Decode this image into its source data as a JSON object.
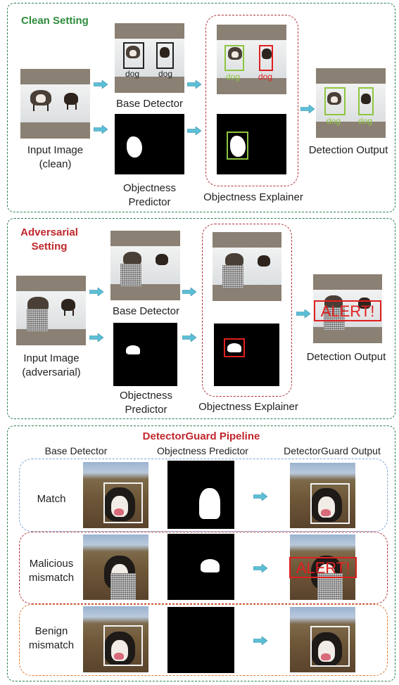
{
  "colors": {
    "panel_border": "#2e7d4f",
    "clean_title": "#2e8b3c",
    "adversarial_title": "#c0272d",
    "explainer_border": "#b0323a",
    "match_border": "#7ea6d8",
    "malicious_border": "#b0323a",
    "benign_border": "#e07a30",
    "arrow": "#5bbfd6",
    "box_plain": "#222222",
    "box_green": "#8dc63f",
    "box_red": "#e02020"
  },
  "clean": {
    "title": "Clean Setting",
    "input_label": "Input Image",
    "input_sub": "(clean)",
    "base_detector": "Base Detector",
    "objectness_line1": "Objectness",
    "objectness_line2": "Predictor",
    "explainer": "Objectness Explainer",
    "output": "Detection Output",
    "box_label": "dog"
  },
  "adversarial": {
    "title_line1": "Adversarial",
    "title_line2": "Setting",
    "input_label": "Input Image",
    "input_sub": "(adversarial)",
    "base_detector": "Base Detector",
    "objectness_line1": "Objectness",
    "objectness_line2": "Predictor",
    "explainer": "Objectness Explainer",
    "output": "Detection Output",
    "alert": "ALERT!"
  },
  "pipeline": {
    "title": "DetectorGuard Pipeline",
    "col_base": "Base Detector",
    "col_objectness": "Objectness Predictor",
    "col_output": "DetectorGuard Output",
    "row_match": "Match",
    "row_malicious_line1": "Malicious",
    "row_malicious_line2": "mismatch",
    "row_benign_line1": "Benign",
    "row_benign_line2": "mismatch",
    "alert": "ALERT!"
  }
}
